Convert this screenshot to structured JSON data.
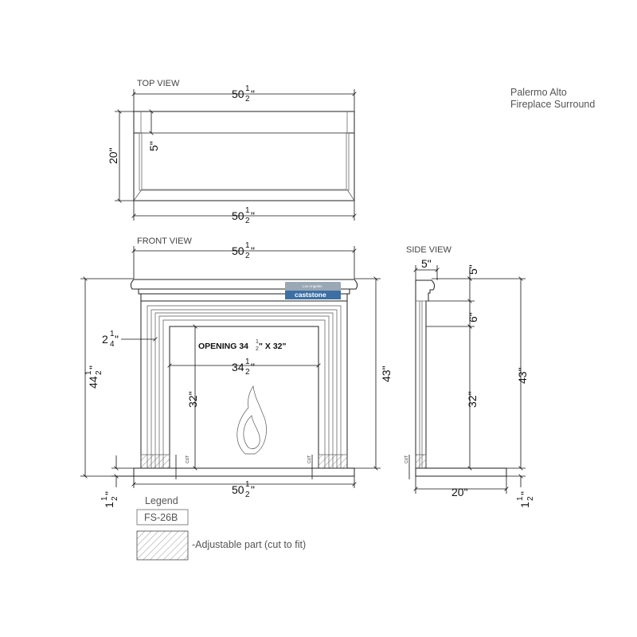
{
  "title": {
    "line1": "Palermo Alto",
    "line2": "Fireplace Surround"
  },
  "views": {
    "top": "TOP VIEW",
    "front": "FRONT VIEW",
    "side": "SIDE VIEW"
  },
  "dimensions": {
    "top_width": "50",
    "top_depth": "20\"",
    "top_inner_depth": "5\"",
    "top_bottom_width": "50",
    "front_top_width": "50",
    "front_total_height": "44",
    "front_leg_width": "2",
    "front_leg_width_frac_num": "1",
    "front_leg_width_frac_den": "4",
    "front_height": "43\"",
    "opening_label": "OPENING 34",
    "opening_label_suffix": "\" X 32\"",
    "opening_width": "34",
    "opening_height": "32\"",
    "front_base_width": "50",
    "hearth_height": "1",
    "side_top_depth": "5\"",
    "side_shelf_height": "5\"",
    "side_frieze_height": "6\"",
    "side_opening_height": "32\"",
    "side_total_height": "43\"",
    "side_base_depth": "20\"",
    "side_hearth_height": "1",
    "half_num": "1",
    "half_den": "2",
    "inch_mark": "\""
  },
  "cut_marks": {
    "label": "CUT"
  },
  "logo": {
    "line1": "Los Angeles",
    "line2": "caststone"
  },
  "legend": {
    "title": "Legend",
    "code": "FS-26B",
    "adjustable_label": "-Adjustable part (cut to fit)"
  }
}
